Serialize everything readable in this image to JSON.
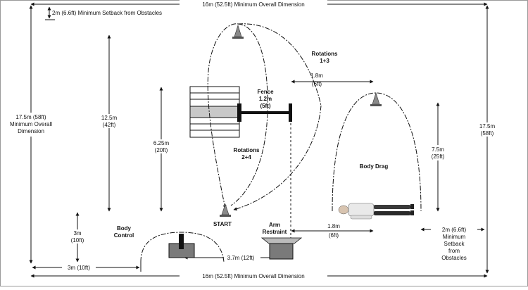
{
  "labels": {
    "top_dim": "16m (52.5ft) Minimum Overall Dimension",
    "bottom_dim": "16m (52.5ft) Minimum Overall Dimension",
    "setback_top": "2m (6.6ft) Minimum Setback from Obstacles",
    "left_overall": [
      "17.5m (58ft)",
      "Minimum Overall",
      "Dimension"
    ],
    "right_overall": [
      "17.5m",
      "(58ft)"
    ],
    "dim_12_5": [
      "12.5m",
      "(42ft)"
    ],
    "dim_6_25": [
      "6.25m",
      "(20ft)"
    ],
    "dim_3m": [
      "3m",
      "(10ft)"
    ],
    "dim_3m_bottom": "3m (10ft)",
    "dim_3_7": "3.7m (12ft)",
    "dim_1_8_top": [
      "1.8m",
      "(6ft)"
    ],
    "dim_1_8_bottom": [
      "1.8m",
      "(6ft)"
    ],
    "dim_7_5": [
      "7.5m",
      "(25ft)"
    ],
    "fence": [
      "Fence",
      "1.2m",
      "(5ft)"
    ],
    "rotations_13": [
      "Rotations",
      "1+3"
    ],
    "rotations_24": [
      "Rotations",
      "2+4"
    ],
    "start": "START",
    "body_control": [
      "Body",
      "Control"
    ],
    "arm_restraint": [
      "Arm",
      "Restraint"
    ],
    "body_drag": "Body Drag",
    "setback_right": [
      "2m (6.6ft)",
      "Minimum",
      "Setback",
      "from",
      "Obstacles"
    ]
  }
}
